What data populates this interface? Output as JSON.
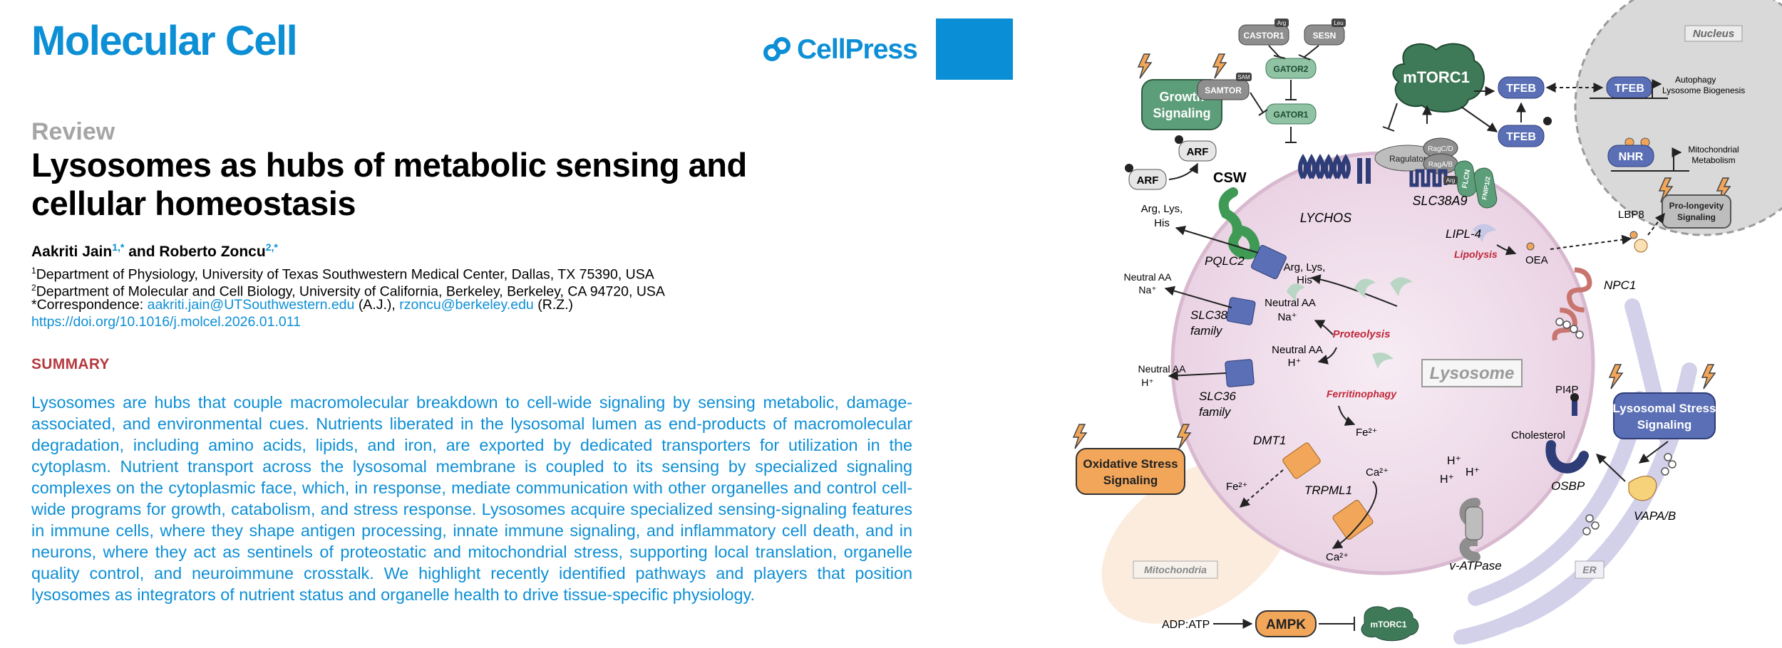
{
  "header": {
    "journal": "Molecular Cell",
    "publisher": "CellPress",
    "brand_color": "#0d8fd6"
  },
  "article": {
    "type": "Review",
    "title": "Lysosomes as hubs of metabolic sensing and cellular homeostasis",
    "author1": "Aakriti Jain",
    "author1_sup": "1,*",
    "and": "and",
    "author2": "Roberto Zoncu",
    "author2_sup": "2,*",
    "affil1_sup": "1",
    "affil1": "Department of Physiology, University of Texas Southwestern Medical Center, Dallas, TX 75390, USA",
    "affil2_sup": "2",
    "affil2": "Department of Molecular and Cell Biology, University of California, Berkeley, Berkeley, CA 94720, USA",
    "corr_label": "*Correspondence:",
    "email1": "aakriti.jain@UTSouthwestern.edu",
    "email1_tag": "(A.J.),",
    "email2": "rzoncu@berkeley.edu",
    "email2_tag": "(R.Z.)",
    "doi": "https://doi.org/10.1016/j.molcel.2026.01.011",
    "summary_heading": "SUMMARY",
    "summary": "Lysosomes are hubs that couple macromolecular breakdown to cell-wide signaling by sensing metabolic, damage-associated, and environmental cues. Nutrients liberated in the lysosomal lumen as end-products of macromolecular degradation, including amino acids, lipids, and iron, are exported by dedicated transporters for utilization in the cytoplasm. Nutrient transport across the lysosomal membrane is coupled to its sensing by specialized signaling complexes on the cytoplasmic face, which, in response, mediate communication with other organelles and control cell-wide programs for growth, catabolism, and stress response. Lysosomes acquire specialized sensing-signaling features in immune cells, where they shape antigen processing, innate immune signaling, and inflammatory cell death, and in neurons, where they act as sentinels of proteostatic and mitochondrial stress, supporting local translation, organelle quality control, and neuroimmune crosstalk. We highlight recently identified pathways and players that position lysosomes as integrators of nutrient status and organelle health to drive tissue-specific physiology."
  },
  "figure": {
    "colors": {
      "lysosome": "#f3e4ef",
      "green": "#5d9e7a",
      "dark_green": "#3f7a58",
      "blue": "#5a6fb5",
      "gray": "#8e8e8e",
      "orange": "#f2a65a",
      "red_text": "#c0283a"
    },
    "lysosome": "Lysosome",
    "nucleus": "Nucleus",
    "mitochondria": "Mitochondria",
    "er": "ER",
    "growth1": "Growth",
    "growth2": "Signaling",
    "oxstress1": "Oxidative Stress",
    "oxstress2": "Signaling",
    "lysostress1": "Lysosomal Stress",
    "lysostress2": "Signaling",
    "prolong1": "Pro-longevity",
    "prolong2": "Signaling",
    "mtorc1": "mTORC1",
    "mtorc1_small": "mTORC1",
    "castor1": "CASTOR1",
    "arg": "Arg",
    "sesn": "SESN",
    "leu": "Leu",
    "samtor": "SAMTOR",
    "sam": "SAM",
    "gator2": "GATOR2",
    "gator1": "GATOR1",
    "tfeb": "TFEB",
    "autophagy1": "Autophagy",
    "autophagy2": "Lysosome Biogenesis",
    "nhr": "NHR",
    "mito_met1": "Mitochondrial",
    "mito_met2": "Metabolism",
    "ragulator": "Ragulator",
    "ragcd": "RagC/D",
    "ragab": "RagA/B",
    "flcn": "FLCN",
    "fnip": "FNIP1/2",
    "slc38a9": "SLC38A9",
    "lychos": "LYCHOS",
    "arf": "ARF",
    "csw": "CSW",
    "arg_lys_his_out1": "Arg, Lys,",
    "arg_lys_his_out2": "His",
    "pqlc2": "PQLC2",
    "arg_lys_his_in1": "Arg, Lys,",
    "arg_lys_his_in2": "His",
    "neutral_aa": "Neutral AA",
    "na": "Na⁺",
    "h": "H⁺",
    "slc38_1": "SLC38",
    "slc38_2": "family",
    "slc36_1": "SLC36",
    "slc36_2": "family",
    "proteolysis": "Proteolysis",
    "ferritinophagy": "Ferritinophagy",
    "fe2": "Fe²⁺",
    "dmt1": "DMT1",
    "trpml1": "TRPML1",
    "ca2": "Ca²⁺",
    "lipl4": "LIPL-4",
    "lipolysis": "Lipolysis",
    "oea": "OEA",
    "lbp8": "LBP8",
    "npc1": "NPC1",
    "pi4p": "PI4P",
    "cholesterol": "Cholesterol",
    "osbp": "OSBP",
    "vapab": "VAPA/B",
    "vatpase": "v-ATPase",
    "adp_atp": "ADP:ATP",
    "ampk": "AMPK"
  }
}
